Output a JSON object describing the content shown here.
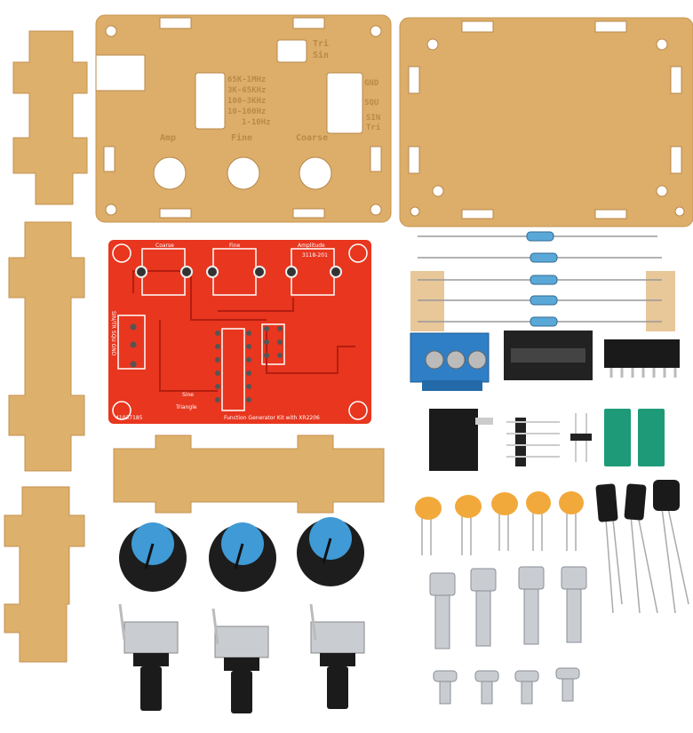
{
  "front_panel": {
    "labels": {
      "tri": "Tri",
      "sin": "Sin",
      "ranges": [
        "65K-1MHz",
        "3K-65KHz",
        "100-3KHz",
        "10-100Hz",
        "1-10Hz"
      ],
      "amp": "Amp",
      "fine": "Fine",
      "coarse": "Coarse",
      "gnd": "GND",
      "squ": "SQU",
      "sin_out": "SIN",
      "tri_out": "Tri"
    }
  },
  "pcb": {
    "labels": {
      "coarse": "Coarse",
      "fine": "Fine",
      "amplitude": "Amplitude",
      "part": "3118-201",
      "title": "Function Generator Kit with XR2206",
      "outputs": "SIN/TR  SQU  GND",
      "sine": "Sine",
      "triangle": "Triangle",
      "code": "41037185"
    }
  },
  "colors": {
    "acrylic": "#dcae6a",
    "acrylic_edge": "#c79550",
    "pcb": "#e8361f",
    "knob_top": "#3f9ad6",
    "terminal": "#2f7fc6",
    "jumper": "#1f9a78",
    "ceramic_cap": "#f2a93b"
  }
}
